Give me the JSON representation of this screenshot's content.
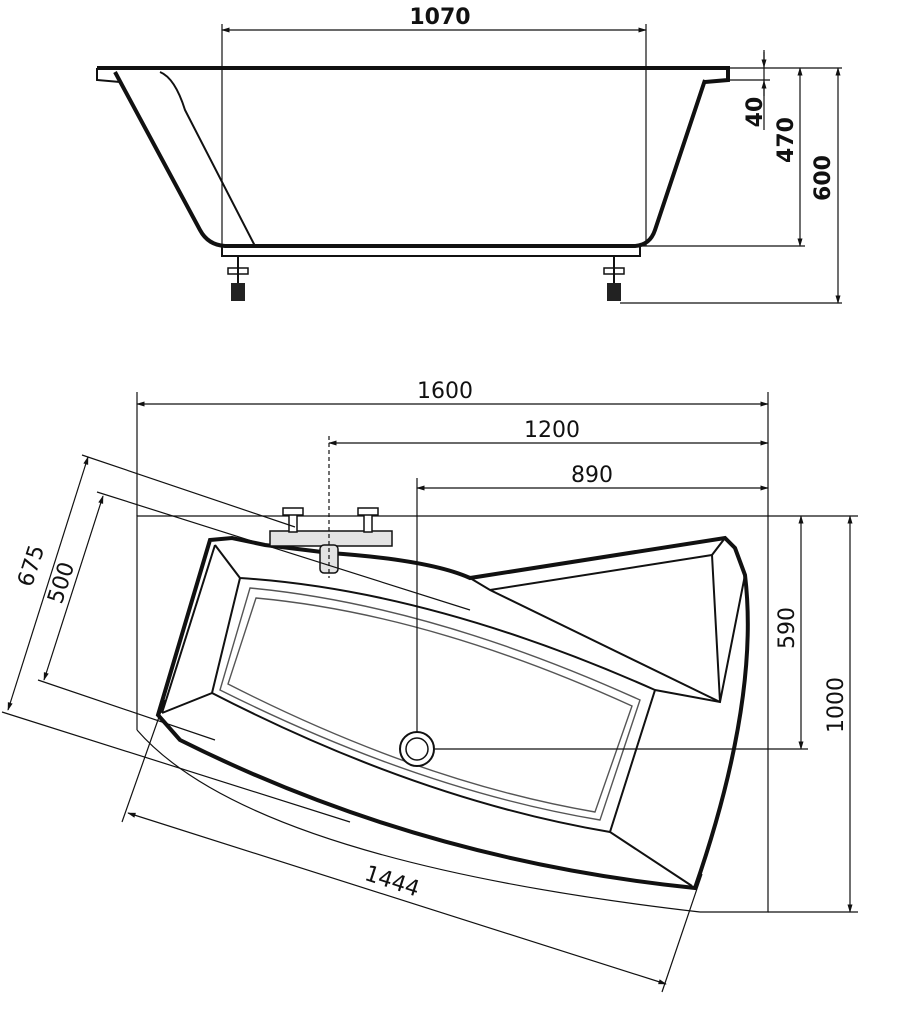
{
  "side_view": {
    "dimensions": {
      "inner_length": "1070",
      "rim_height": "40",
      "depth": "470",
      "total_height": "600"
    }
  },
  "top_view": {
    "dimensions": {
      "overall_length": "1600",
      "length_to_mixer": "1200",
      "length_to_drain": "890",
      "overall_width": "1000",
      "width_to_drain": "590",
      "slant_width_outer": "675",
      "slant_width_inner": "500",
      "slant_length": "1444"
    }
  }
}
